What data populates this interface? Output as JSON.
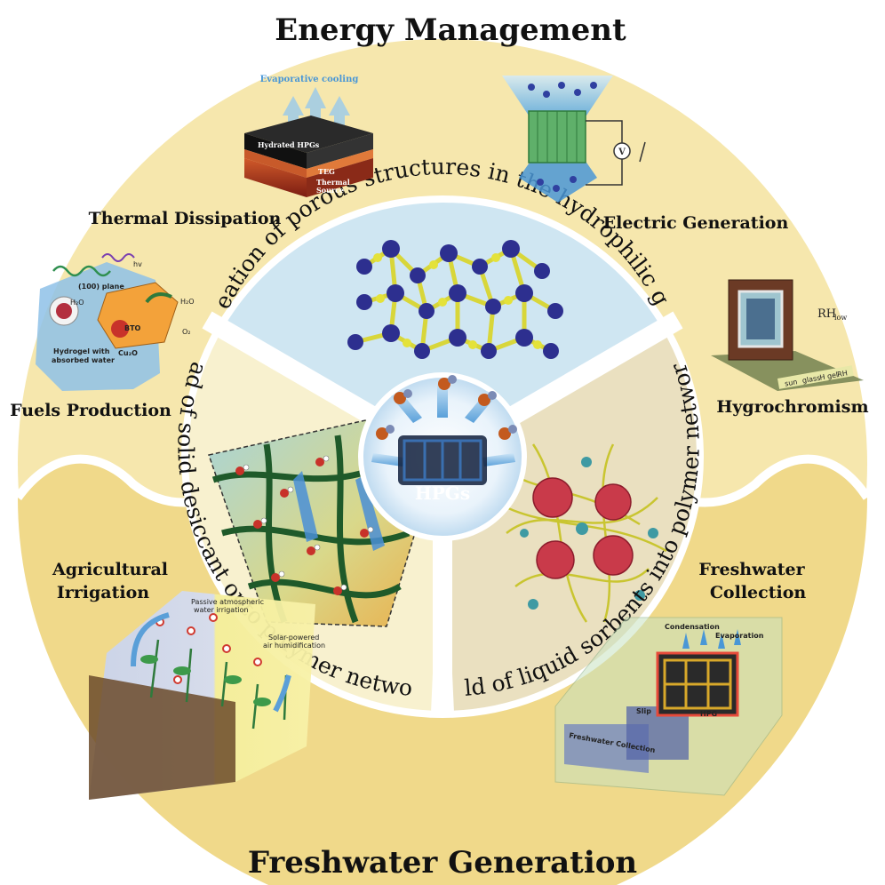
{
  "titles": {
    "top": "Energy Management",
    "bottom": "Freshwater Generation"
  },
  "center": {
    "label": "HPGs"
  },
  "inner_segments": {
    "top": "Creation of porous structures in the hydrophilic gels",
    "left": "Load of solid desiccant onto polymer networks",
    "right": "Hold of liquid sorbents into polymer networks"
  },
  "applications": {
    "thermal_dissipation": "Thermal Dissipation",
    "electric_generation": "Electric Generation",
    "fuels_production": "Fuels Production",
    "hygrochromism": "Hygrochromism",
    "agricultural_irrigation": [
      "Agricultural",
      "Irrigation"
    ],
    "freshwater_collection": [
      "Freshwater",
      "Collection"
    ]
  },
  "illustration_text": {
    "thermal": {
      "evaporative_cooling": "Evaporative cooling",
      "hydrated_hpgs": "Hydrated HPGs",
      "teg": "TEG",
      "thermal_source": [
        "Thermal",
        "Source"
      ]
    },
    "electric": {
      "voltmeter": "V"
    },
    "fuels": {
      "h2o_a": "H₂O",
      "h2o_b": "H₂O",
      "hv": "hv",
      "plane": "(100) plane",
      "bto": "BTO",
      "cu2o": "Cu₂O",
      "o2": "O₂",
      "hydrogel": [
        "Hydrogel with",
        "absorbed water"
      ]
    },
    "hygro": {
      "rh_low": "RH",
      "rh_sub": "low",
      "scale": [
        "sun",
        "glass",
        "H gel",
        "RH"
      ]
    },
    "agri": {
      "passive": [
        "Passive atmospheric",
        "water irrigation"
      ],
      "solar": [
        "Solar-powered",
        "air humidification"
      ]
    },
    "freshwater": {
      "condensation": "Condensation",
      "evaporation": "Evaporation",
      "slip": "Slip",
      "hpg": "HPG",
      "collection": "Freshwater Collection"
    }
  },
  "colors": {
    "outer_ring": "#f6e7ad",
    "lower_ring": "#f0d98a",
    "inner_top": "#cfe6f2",
    "inner_left": "#f8f1cf",
    "inner_right": "#eae0c0",
    "atom_blue": "#2d2f8f",
    "atom_yellow": "#e4e23a",
    "text": "#111111"
  }
}
